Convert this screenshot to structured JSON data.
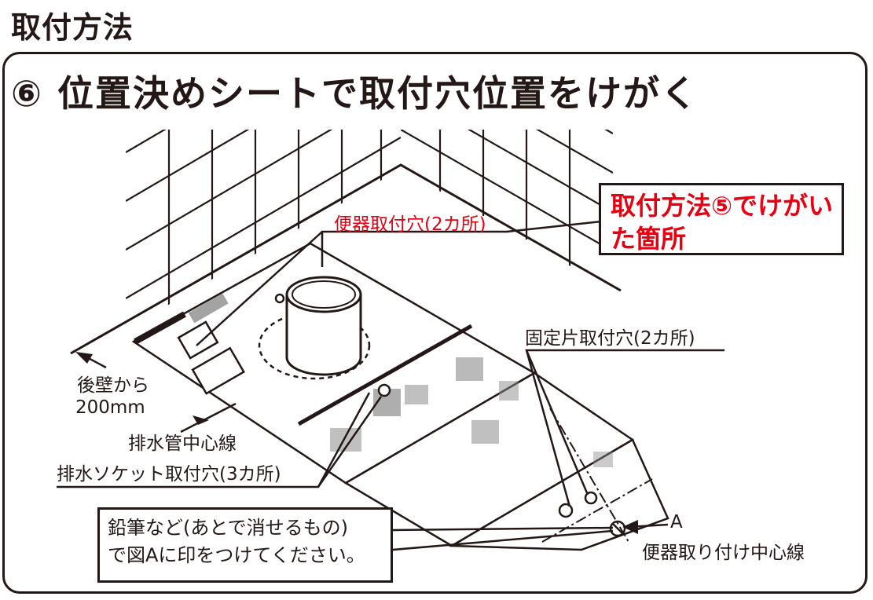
{
  "page": {
    "heading": "取付方法"
  },
  "step": {
    "title": "⑥ 位置決めシートで取付穴位置をけがく"
  },
  "callout": {
    "line1": "取付方法⑤でけがい",
    "line2": "た箇所"
  },
  "labels": {
    "toilet_holes": "便器取付穴(2カ所)",
    "fixing_holes": "固定片取付穴(2カ所)",
    "back_wall_1": "後壁から",
    "back_wall_2": "200mm",
    "drain_center": "排水管中心線",
    "socket_holes": "排水ソケット取付穴(3カ所)",
    "mark_a": "A",
    "toilet_center": "便器取り付け中心線"
  },
  "note": {
    "line1": "鉛筆など(あとで消せるもの)",
    "line2": "で図Aに印をつけてください。"
  },
  "colors": {
    "ink": "#231815",
    "accent_red": "#e50012"
  }
}
